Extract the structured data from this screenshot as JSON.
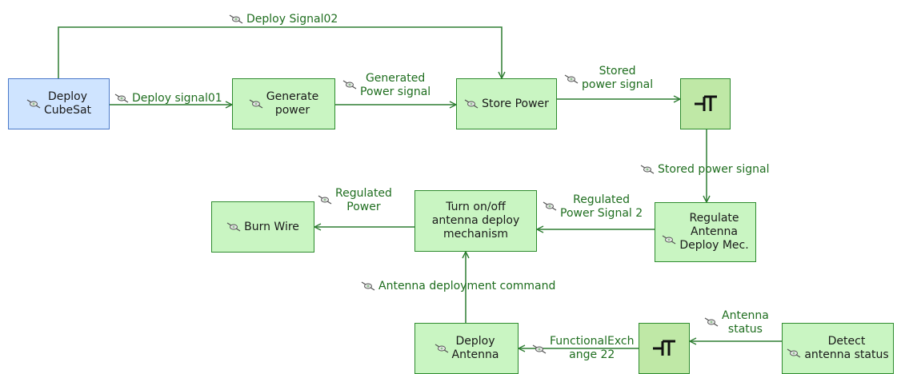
{
  "nodes": {
    "deploy_cubesat": "Deploy\nCubeSat",
    "generate_power": "Generate\npower",
    "store_power": "Store Power",
    "regulate_antenna": "Regulate\nAntenna\nDeploy Mec.",
    "turn_on_off": "Turn on/off\nantenna deploy\nmechanism",
    "burn_wire": "Burn Wire",
    "deploy_antenna": "Deploy\nAntenna",
    "detect_antenna_status": "Detect\nantenna status"
  },
  "exchanges": {
    "deploy_signal02": "Deploy Signal02",
    "deploy_signal01": "Deploy signal01",
    "generated_power_signal": "Generated\nPower signal",
    "stored_power_signal_top": "Stored\npower signal",
    "stored_power_signal_down": "Stored power signal",
    "regulated_power_signal_2": "Regulated\nPower Signal 2",
    "regulated_power": "Regulated\nPower",
    "antenna_deployment_command": "Antenna deployment command",
    "functional_exchange_22": "FunctionalExch\nange 22",
    "antenna_status": "Antenna\nstatus"
  },
  "icons": {
    "function": "function-icon",
    "exchange": "functional-exchange-icon",
    "gate": "control-gate-icon"
  },
  "colors": {
    "function_fill": "#c9f5c2",
    "actor_fill": "#cfe4ff",
    "edge": "#2e7d32",
    "label": "#1f6e1f"
  }
}
